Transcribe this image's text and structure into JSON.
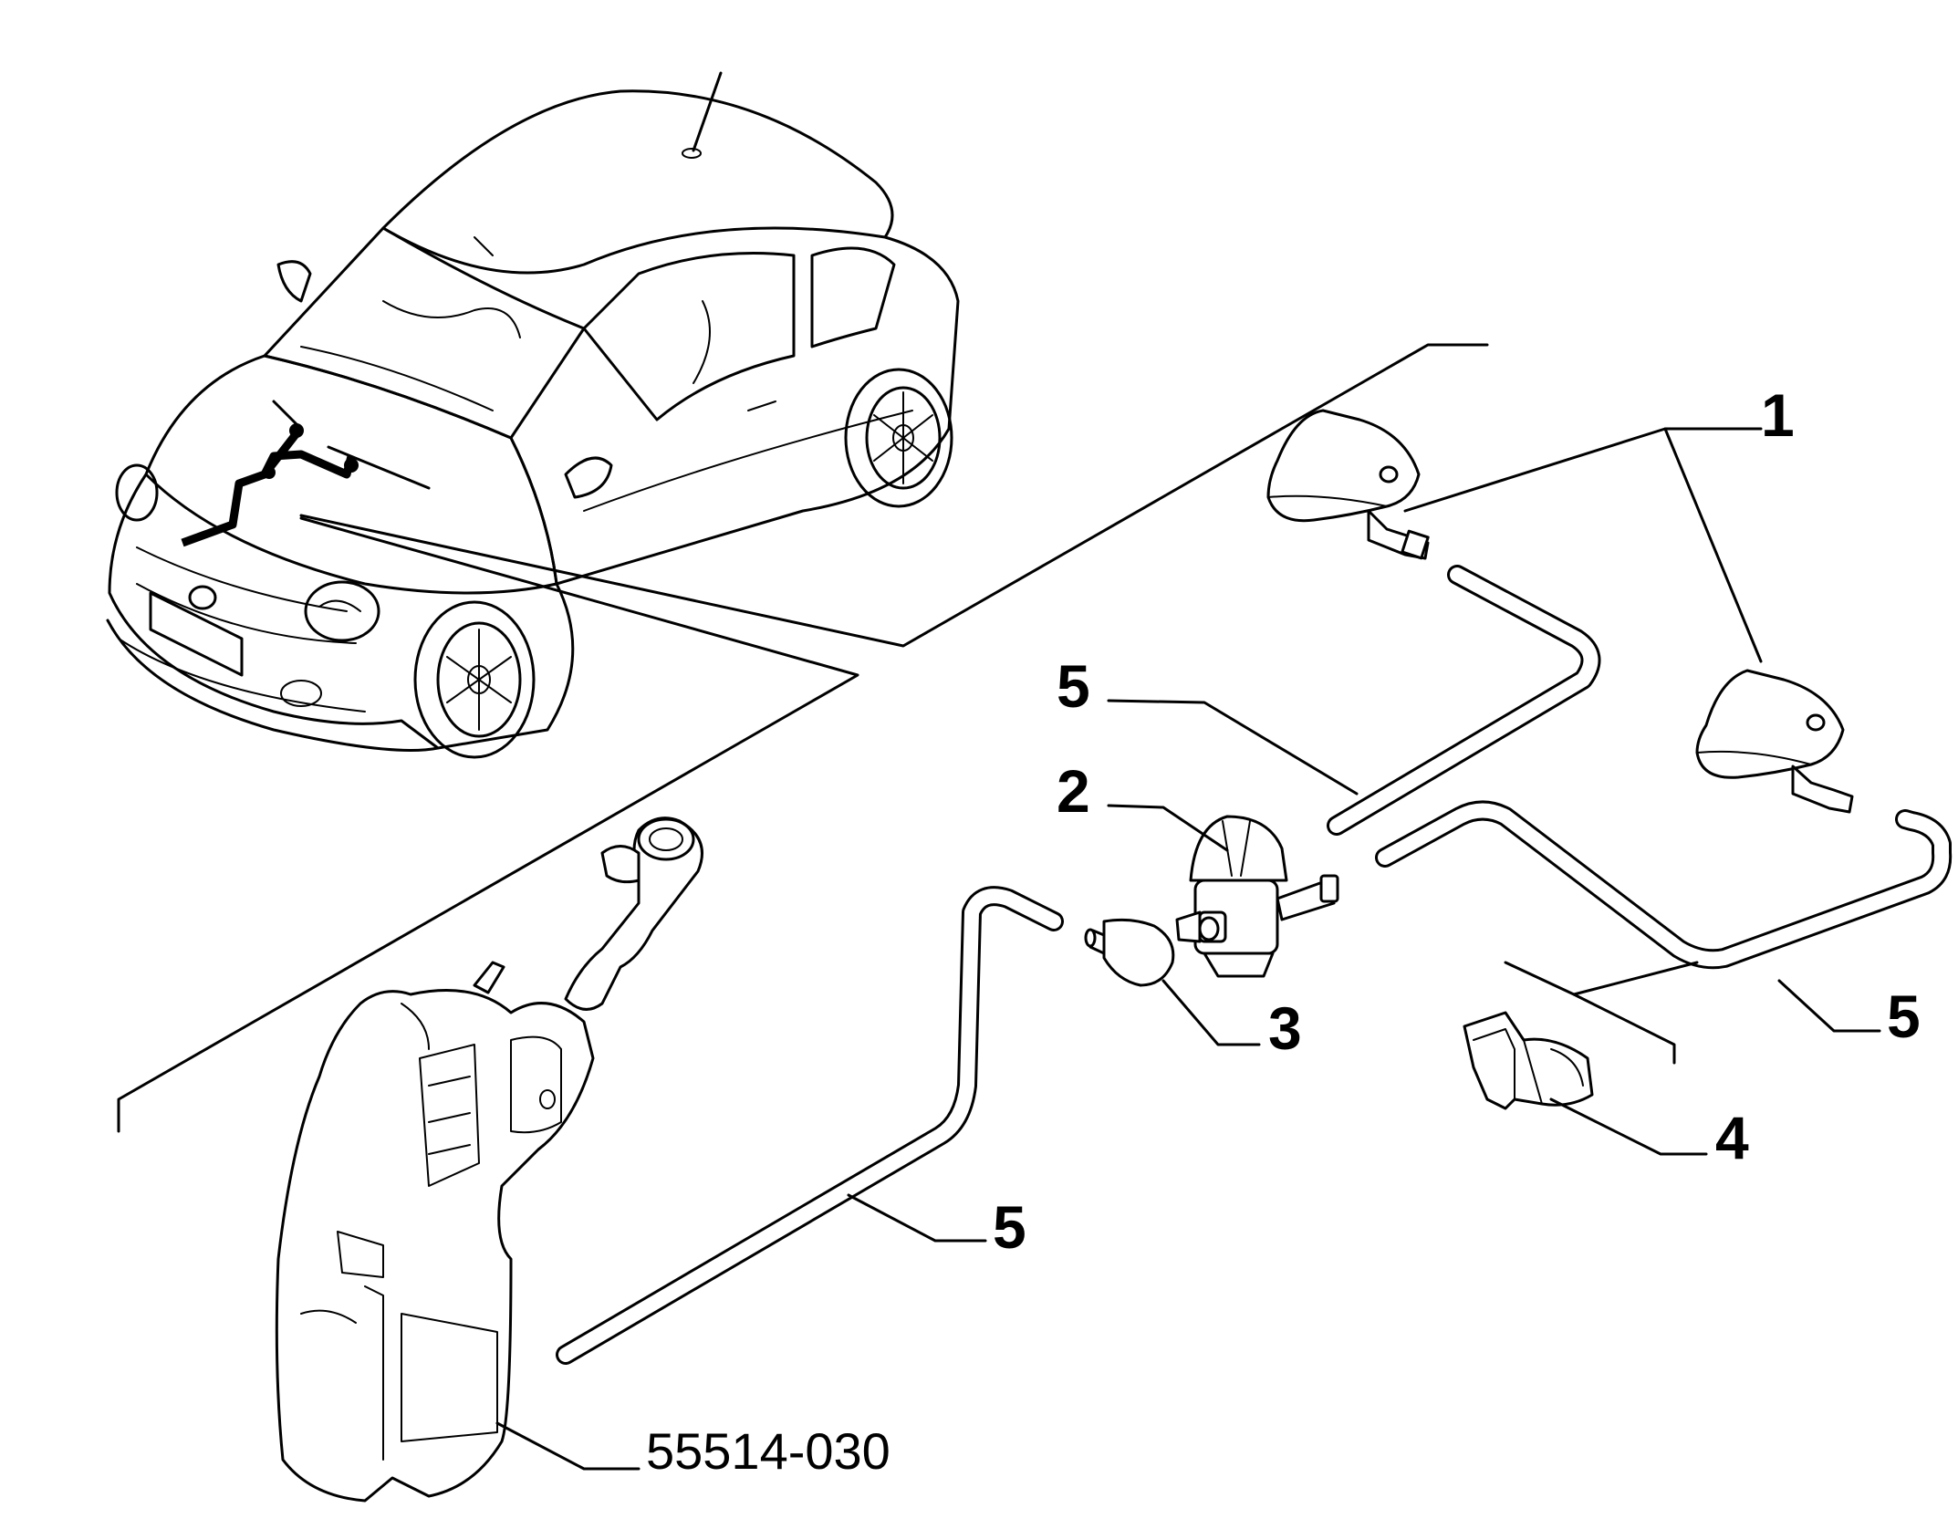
{
  "callouts": {
    "nozzle": "1",
    "pump_valve": "2",
    "jet": "3",
    "clip": "4",
    "hose": "5"
  },
  "part_number": "55514-030"
}
